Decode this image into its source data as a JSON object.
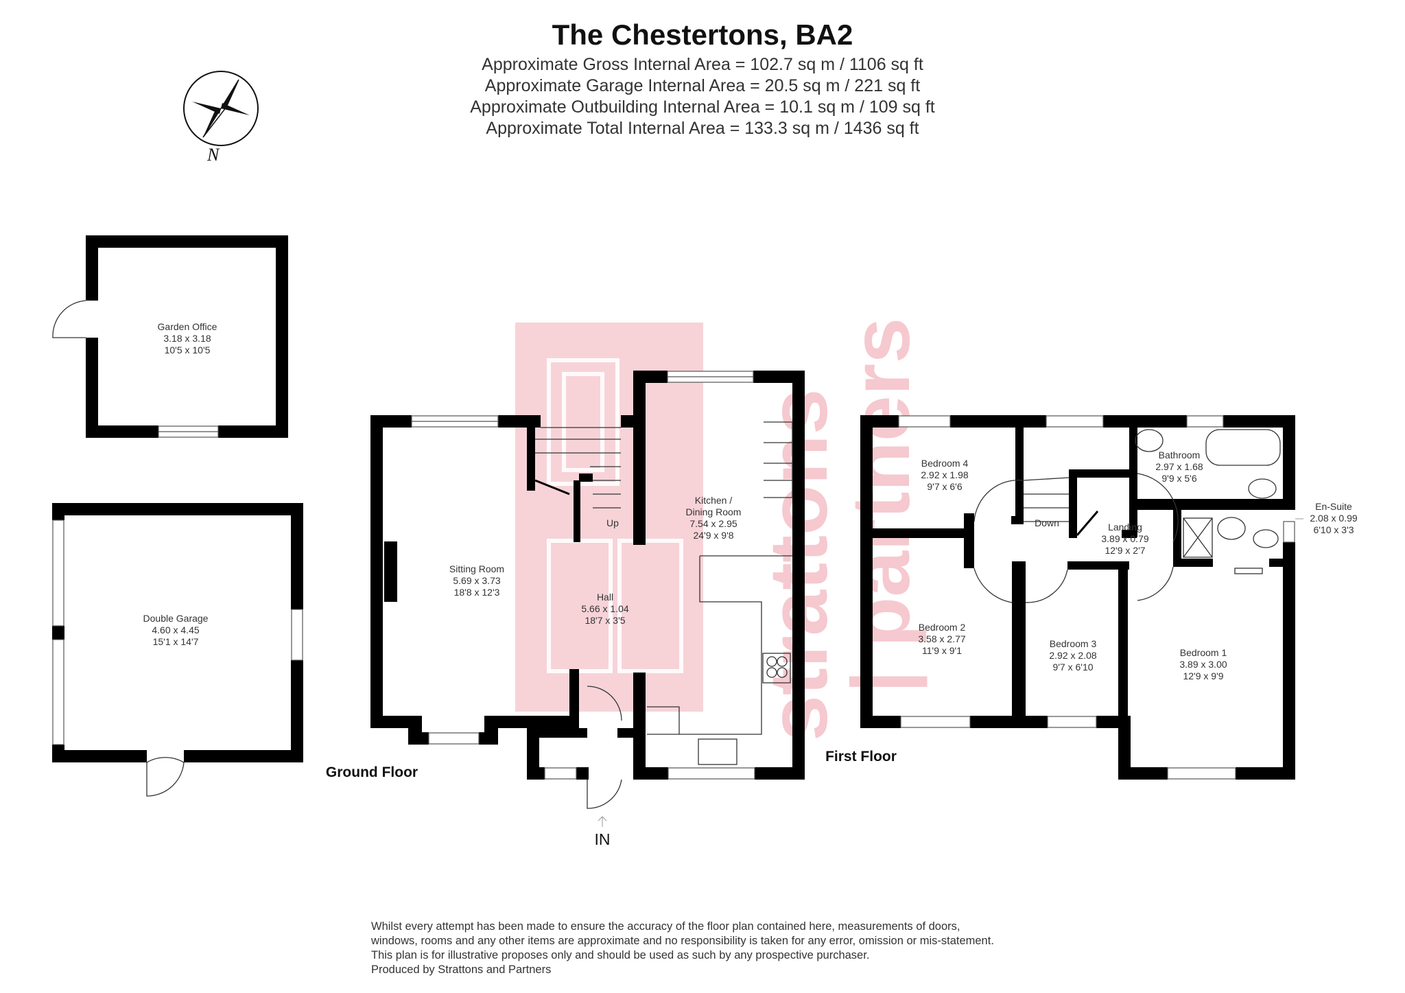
{
  "header": {
    "title": "The Chestertons, BA2",
    "areas": [
      "Approximate Gross Internal Area = 102.7 sq m / 1106 sq ft",
      "Approximate Garage Internal Area = 20.5 sq m / 221 sq ft",
      "Approximate Outbuilding Internal Area = 10.1 sq m / 109 sq ft",
      "Approximate Total Internal Area = 133.3 sq m / 1436 sq ft"
    ]
  },
  "compass": {
    "label": "N"
  },
  "watermark": {
    "line1": "strattons",
    "line2": "| partners",
    "color": "#f5c9cf"
  },
  "outbuildings": {
    "garden_office": {
      "name": "Garden Office",
      "metric": "3.18 x 3.18",
      "imperial": "10'5 x 10'5"
    },
    "double_garage": {
      "name": "Double Garage",
      "metric": "4.60 x 4.45",
      "imperial": "15'1 x 14'7"
    }
  },
  "ground_floor": {
    "label": "Ground Floor",
    "entrance": "IN",
    "stairs": "Up",
    "rooms": {
      "sitting": {
        "name": "Sitting Room",
        "metric": "5.69 x 3.73",
        "imperial": "18'8 x 12'3"
      },
      "hall": {
        "name": "Hall",
        "metric": "5.66 x 1.04",
        "imperial": "18'7 x 3'5"
      },
      "kitchen": {
        "name1": "Kitchen /",
        "name2": "Dining Room",
        "metric": "7.54 x 2.95",
        "imperial": "24'9 x 9'8"
      }
    }
  },
  "first_floor": {
    "label": "First Floor",
    "stairs": "Down",
    "rooms": {
      "bedroom4": {
        "name": "Bedroom 4",
        "metric": "2.92 x 1.98",
        "imperial": "9'7 x 6'6"
      },
      "bathroom": {
        "name": "Bathroom",
        "metric": "2.97 x 1.68",
        "imperial": "9'9 x 5'6"
      },
      "landing": {
        "name": "Landing",
        "metric": "3.89 x 0.79",
        "imperial": "12'9 x 2'7"
      },
      "ensuite": {
        "name": "En-Suite",
        "metric": "2.08 x 0.99",
        "imperial": "6'10 x 3'3"
      },
      "bedroom2": {
        "name": "Bedroom 2",
        "metric": "3.58 x 2.77",
        "imperial": "11'9 x 9'1"
      },
      "bedroom3": {
        "name": "Bedroom 3",
        "metric": "2.92 x 2.08",
        "imperial": "9'7 x 6'10"
      },
      "bedroom1": {
        "name": "Bedroom 1",
        "metric": "3.89 x 3.00",
        "imperial": "12'9 x 9'9"
      }
    }
  },
  "disclaimer": [
    "Whilst every attempt has been made to ensure the accuracy of the floor plan contained here, measurements of doors,",
    "windows, rooms and any other items are approximate and no responsibility is taken for any error, omission or mis-statement.",
    "This plan is for illustrative proposes only and should be used as such by any prospective purchaser.",
    "Produced by Strattons and Partners"
  ]
}
